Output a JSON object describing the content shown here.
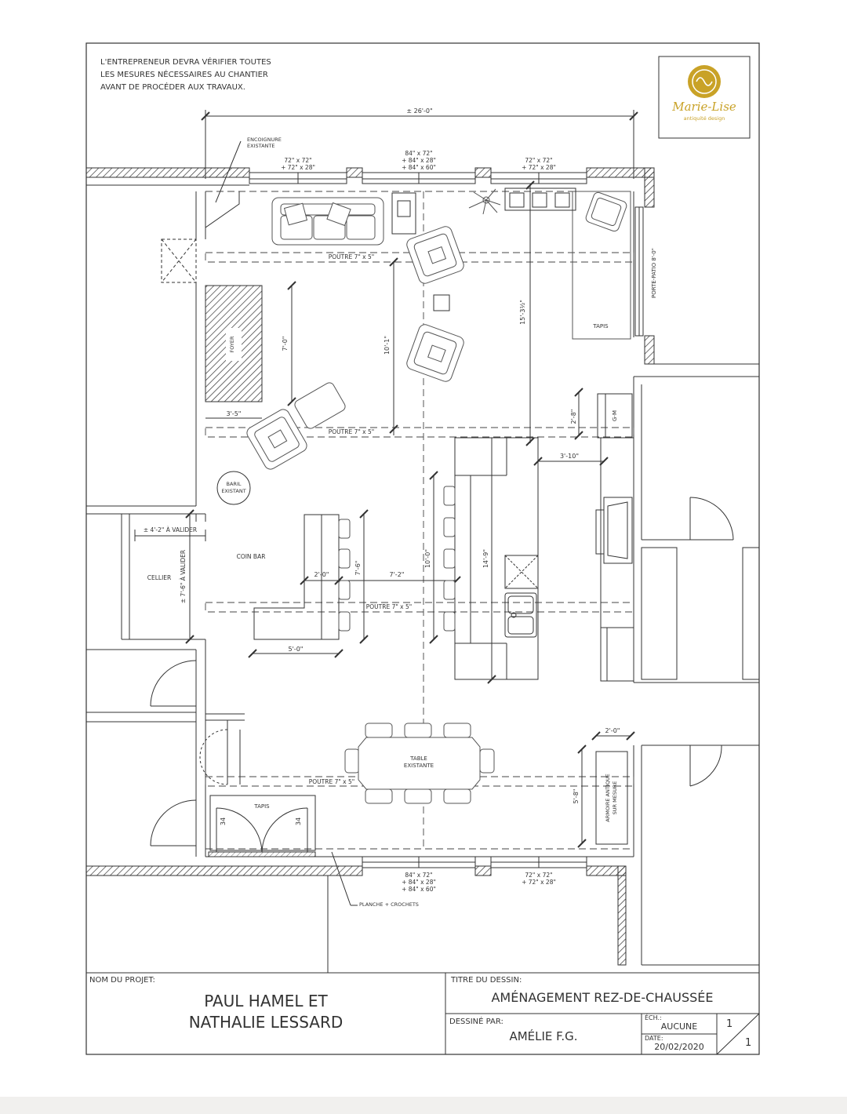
{
  "notes": {
    "contractor_line1": "L'ENTREPRENEUR DEVRA VÉRIFIER TOUTES",
    "contractor_line2": "LES MESURES NÉCESSAIRES AU CHANTIER",
    "contractor_line3": "AVANT DE PROCÉDER AUX TRAVAUX."
  },
  "logo": {
    "name": "Marie-Lise",
    "tagline": "antiquité design"
  },
  "dimensions": {
    "overall_width": "± 26'-0\"",
    "living_height": "10'-1\"",
    "kitchen_height": "15'-3½\"",
    "fireplace_height": "7'-0\"",
    "fireplace_width": "3'-5\"",
    "gm_height": "2'-8\"",
    "island_offset": "3'-10\"",
    "bar_left": "± 4'-2\" À VALIDER",
    "cellier_height": "± 7'-6\" À VALIDER",
    "bar_depth": "2'-0\"",
    "bar_height": "7'-6\"",
    "bar_width": "5'-0\"",
    "island_gap": "7'-2\"",
    "island_length": "10'-0\"",
    "counter_length": "14'-9\"",
    "armoire_width": "2'-0\"",
    "armoire_height": "5'-8\"",
    "door_left": "34",
    "door_right": "34"
  },
  "labels": {
    "encoignure_1": "ENCOIGNURE",
    "encoignure_2": "EXISTANTE",
    "win_top_left_1": "72\" x 72\"",
    "win_top_left_2": "+ 72\" x 28\"",
    "win_top_mid_1": "84\" x 72\"",
    "win_top_mid_2": "+ 84\" x 28\"",
    "win_top_mid_3": "+ 84\" x 60\"",
    "win_top_right_1": "72\" x 72\"",
    "win_top_right_2": "+ 72\" x 28\"",
    "win_bot_mid_1": "84\" x 72\"",
    "win_bot_mid_2": "+ 84\" x 28\"",
    "win_bot_mid_3": "+ 84\" x 60\"",
    "win_bot_right_1": "72\" x 72\"",
    "win_bot_right_2": "+ 72\" x 28\"",
    "beam_1": "POUTRE 7\" x 5\"",
    "beam_2": "POUTRE 7\" x 5\"",
    "beam_3": "POUTRE 7\" x 5\"",
    "beam_4": "POUTRE 7\" x 5\"",
    "patio_door": "PORTE-PATIO 8'-0\"",
    "tapis_living": "TAPIS",
    "foyer": "FOYER",
    "gm": "G-M",
    "baril_1": "BARIL",
    "baril_2": "EXISTANT",
    "coin_bar": "COIN BAR",
    "cellier": "CELLIER",
    "table_1": "TABLE",
    "table_2": "EXISTANTE",
    "armoire_1": "ARMOIRE ANTIQUE",
    "armoire_2": "SUR MESURE",
    "tapis_entry": "TAPIS",
    "planche": "PLANCHE + CROCHETS"
  },
  "title_block": {
    "project_label": "NOM DU PROJET:",
    "project_line1": "PAUL HAMEL ET",
    "project_line2": "NATHALIE LESSARD",
    "drawing_title_label": "TITRE DU DESSIN:",
    "drawing_title": "AMÉNAGEMENT REZ-DE-CHAUSSÉE",
    "drawn_by_label": "DESSINÉ PAR:",
    "drawn_by": "AMÉLIE F.G.",
    "scale_label": "ÉCH.:",
    "scale": "AUCUNE",
    "date_label": "DATE:",
    "date": "20/02/2020",
    "sheet_number": "1",
    "sheet_total": "1"
  },
  "colors": {
    "line": "#333333",
    "logo_gold": "#c9a227",
    "footer_strip": "#f1f0ee"
  }
}
